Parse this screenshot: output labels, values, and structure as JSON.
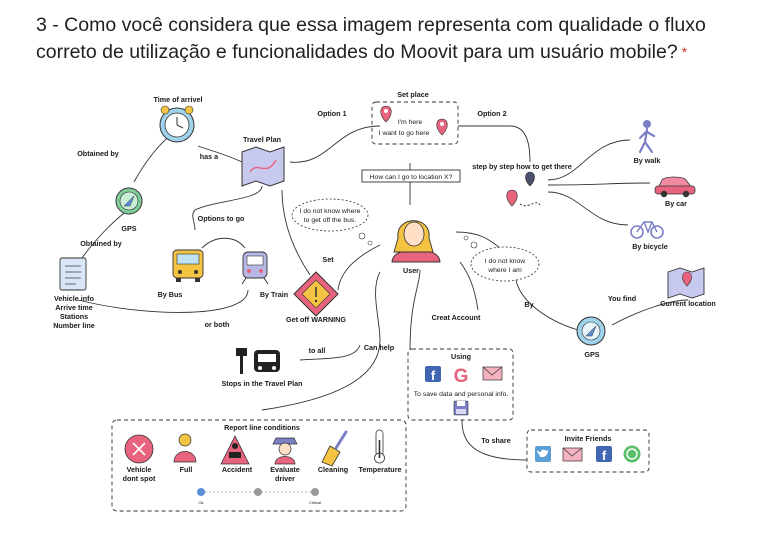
{
  "question": {
    "text": "3 - Como você considera que essa imagem representa com qualidade o fluxo correto de utilização e funcionalidades do Moovit para um usuário mobile?",
    "required_mark": "*"
  },
  "diagram": {
    "time_of_arrivel": "Time of arrivel",
    "obtained_by_1": "Obtained by",
    "obtained_by_2": "Obtained by",
    "gps_left": "GPS",
    "gps_right": "GPS",
    "travel_plan": "Travel Plan",
    "has_a": "has a",
    "option1": "Option 1",
    "option2": "Option 2",
    "set_place": "Set place",
    "im_here": "I'm here",
    "want_to_go": "I want to go here",
    "how_can_i_go": "How can I go to location X?",
    "step_by_step": "step by step how to get there",
    "by_walk": "By walk",
    "by_car": "By car",
    "by_bicycle": "By bicycle",
    "options_to_go": "Options to go",
    "thought_bus_1": "I do not know where",
    "thought_bus_2": "to get off the bus.",
    "user": "User",
    "set": "Set",
    "thought_where_1": "I do not know",
    "thought_where_2": "where I am",
    "you_find": "You find",
    "current_location": "Current location",
    "by": "By",
    "vehicle_info": [
      "Vehicle info",
      "Arrive time",
      "Stations",
      "Number line"
    ],
    "by_bus": "By Bus",
    "by_train": "By Train",
    "or_both": "or both",
    "get_off_warning": "Get off WARNING",
    "create_account": "Creat Account",
    "to_all": "to all",
    "can_help": "Can help",
    "stops": "Stops in the Travel Plan",
    "using": "Using",
    "save_data": "To save data and personal info.",
    "to_share": "To share",
    "invite_friends": "Invite Friends",
    "report_title": "Report line conditions",
    "report_items": [
      "Vehicle",
      "dont spot",
      "Full",
      "Accident",
      "Evaluate",
      "driver",
      "Cleaning",
      "Temperature"
    ],
    "scale_ok": "Ok",
    "scale_critical": "Critical"
  },
  "colors": {
    "pink": "#e8637d",
    "purple": "#7b7fc4",
    "blue": "#5b8fd6",
    "yellow": "#f5c342",
    "teal": "#6cb8b0"
  }
}
